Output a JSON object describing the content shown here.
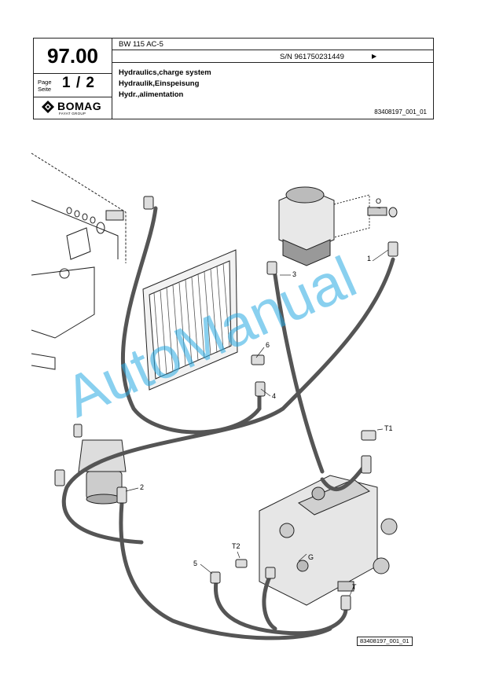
{
  "header": {
    "group_number": "97.00",
    "page_label_1": "Page",
    "page_label_2": "Seite",
    "page_value": "1 / 2",
    "brand": "BOMAG",
    "brand_sub": "FAYAT GROUP",
    "model": "BW 115 AC-5",
    "serial": "S/N 961750231449",
    "serial_arrow": "▶",
    "title_en": "Hydraulics,charge system",
    "title_de": "Hydraulik,Einspeisung",
    "title_fr": "Hydr.,alimentation",
    "drawing_code": "83408197_001_01"
  },
  "callouts": [
    "1",
    "2",
    "3",
    "4",
    "5",
    "6",
    "O",
    "T1",
    "T2",
    "G",
    "T"
  ],
  "watermark": "AutoManual",
  "figure_code": "83408197_001_01"
}
